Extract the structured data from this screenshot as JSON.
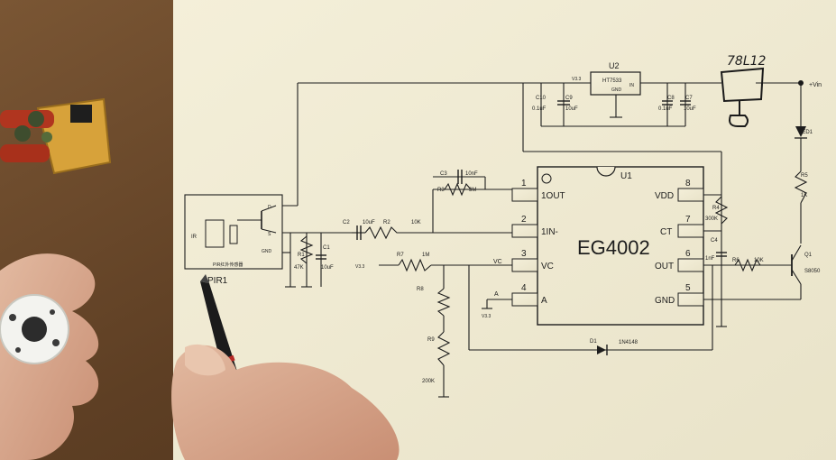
{
  "schematic": {
    "ic_u1": {
      "ref": "U1",
      "part": "EG4002",
      "left_pins": [
        {
          "num": "1",
          "name": "1OUT"
        },
        {
          "num": "2",
          "name": "1IN-"
        },
        {
          "num": "3",
          "name": "VC"
        },
        {
          "num": "4",
          "name": "A"
        }
      ],
      "right_pins": [
        {
          "num": "8",
          "name": "VDD"
        },
        {
          "num": "7",
          "name": "CT"
        },
        {
          "num": "6",
          "name": "OUT"
        },
        {
          "num": "5",
          "name": "GND"
        }
      ]
    },
    "regulator_u2": {
      "ref": "U2",
      "part": "HT7533",
      "pin_in": "IN",
      "pin_out": "V3.3",
      "pin_gnd": "GND"
    },
    "handwritten_note": "78L12",
    "supply_label": "+Vin",
    "pir": {
      "ref": "PIR1",
      "caption": "PIR红外传感器",
      "pin_d": "D",
      "pin_s": "S",
      "pin_gnd": "GND",
      "ir_label": "IR"
    },
    "components": {
      "c10": {
        "ref": "C10",
        "value": "0.1uF"
      },
      "c9": {
        "ref": "C9",
        "value": "10uF"
      },
      "c8": {
        "ref": "C8",
        "value": "0.1uF"
      },
      "c7": {
        "ref": "C7",
        "value": "10uF"
      },
      "c3": {
        "ref": "C3",
        "value": "10nF"
      },
      "r3": {
        "ref": "R3",
        "value": "3M"
      },
      "c2": {
        "ref": "C2",
        "value": "10uF"
      },
      "r2": {
        "ref": "R2",
        "value": "10K"
      },
      "r1": {
        "ref": "R1",
        "value": "47K"
      },
      "c1": {
        "ref": "C1",
        "value": "10uF"
      },
      "r7": {
        "ref": "R7",
        "value": "1M"
      },
      "v33": "V3.3",
      "vc_net": "VC",
      "a_net": "A",
      "a_supply": "V3.3",
      "r8": {
        "ref": "R8"
      },
      "r9": {
        "ref": "R9",
        "value": "200K"
      },
      "d1": {
        "ref": "D1",
        "value": "1N4148"
      },
      "r4": {
        "ref": "R4",
        "value": "300K"
      },
      "c4": {
        "ref": "C4",
        "value": "1nF"
      },
      "r6": {
        "ref": "R6",
        "value": "10K"
      },
      "q1": {
        "ref": "Q1",
        "value": "S8050"
      },
      "r5": {
        "ref": "R5",
        "value": "1K"
      },
      "led1": {
        "ref": "LED1"
      }
    }
  }
}
